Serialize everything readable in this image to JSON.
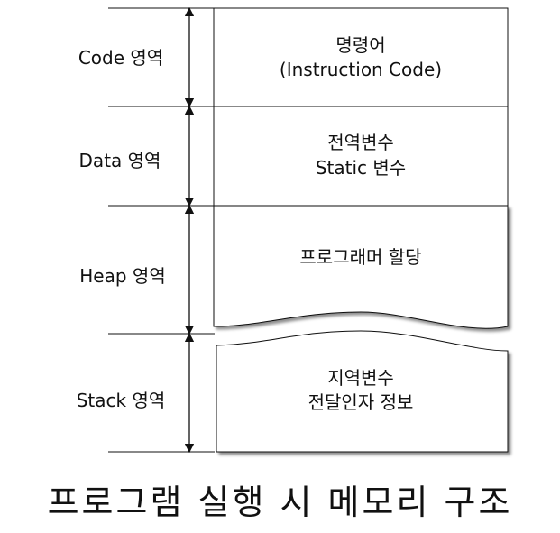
{
  "segments": [
    {
      "label": "Code 영역",
      "lines": [
        "명령어",
        "(Instruction Code)"
      ]
    },
    {
      "label": "Data 영역",
      "lines": [
        "전역변수",
        "Static 변수"
      ]
    },
    {
      "label": "Heap 영역",
      "lines": [
        "프로그래머 할당"
      ]
    },
    {
      "label": "Stack 영역",
      "lines": [
        "지역변수",
        "전달인자 정보"
      ]
    }
  ],
  "caption": "프로그램 실행 시 메모리 구조"
}
